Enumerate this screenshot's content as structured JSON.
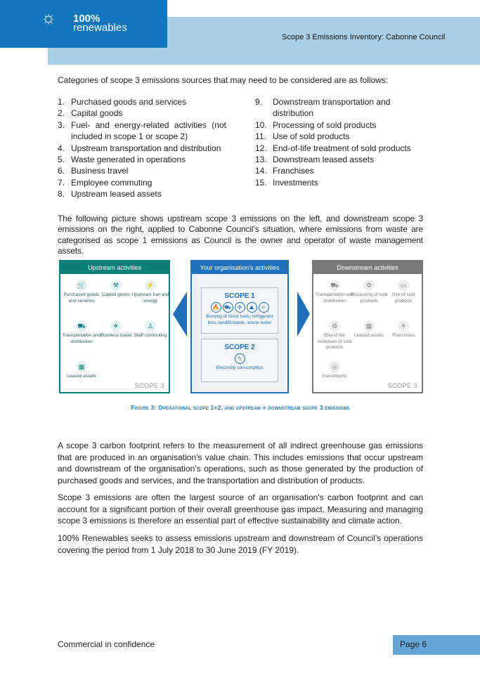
{
  "header": {
    "logo_line1": "100%",
    "logo_line2": "renewables",
    "title": "Scope 3 Emissions Inventory: Cabonne Council"
  },
  "intro": "Categories of scope 3 emissions sources that may need to be considered are as follows:",
  "list_left": [
    {
      "n": "1.",
      "t": "Purchased goods and services"
    },
    {
      "n": "2.",
      "t": "Capital goods"
    },
    {
      "n": "3.",
      "t": "Fuel- and energy-related activities (not included in scope 1 or scope 2)"
    },
    {
      "n": "4.",
      "t": "Upstream transportation and distribution"
    },
    {
      "n": "5.",
      "t": "Waste generated in operations"
    },
    {
      "n": "6.",
      "t": "Business travel"
    },
    {
      "n": "7.",
      "t": "Employee commuting"
    },
    {
      "n": "8.",
      "t": "Upstream leased assets"
    }
  ],
  "list_right": [
    {
      "n": "9.",
      "t": "Downstream transportation and distribution"
    },
    {
      "n": "10.",
      "t": "Processing of sold products"
    },
    {
      "n": "11.",
      "t": "Use of sold products"
    },
    {
      "n": "12.",
      "t": "End-of-life treatment of sold products"
    },
    {
      "n": "13.",
      "t": "Downstream leased assets"
    },
    {
      "n": "14.",
      "t": "Franchises"
    },
    {
      "n": "15.",
      "t": "Investments"
    }
  ],
  "para_picture": "The following picture shows upstream scope 3 emissions on the left, and downstream scope 3 emissions on the right, applied to Cabonne Council’s situation, where emissions from waste are categorised as scope 1 emissions as Council is the owner and operator of waste management assets.",
  "figure": {
    "upstream": {
      "title": "Upstream activities",
      "scope": "SCOPE 3",
      "color": "#0a7f7a",
      "items": [
        "Purchased goods and services",
        "Capital goods",
        "Upstream fuel and energy",
        "Transportation and distribution",
        "Business travel",
        "Staff commuting",
        "Leased assets"
      ]
    },
    "org": {
      "title": "Your organisation’s activities",
      "color": "#1f6fba",
      "scope1": "SCOPE 1",
      "scope1_desc": "Burning of fossil fuels, refrigerant loss, landfill waste, waste water",
      "scope2": "SCOPE 2",
      "scope2_desc": "Electricity consumption"
    },
    "downstream": {
      "title": "Downstream activities",
      "scope": "SCOPE 3",
      "color": "#7a7a7a",
      "items": [
        "Transportation and distribution",
        "Processing of sold products",
        "Use of sold products",
        "End-of-life treatment of sold products",
        "Leased assets",
        "Franchises",
        "Investments"
      ]
    },
    "caption": "Figure 3: Operational scope 1+2, and upstream + downstream scope 3 emissions"
  },
  "para1": "A scope 3 carbon footprint refers to the measurement of all indirect greenhouse gas emissions that are produced in an organisation's value chain. This includes emissions that occur upstream and downstream of the organisation's operations, such as those generated by the production of purchased goods and services, and the transportation and distribution of products.",
  "para2": "Scope 3 emissions are often the largest source of an organisation's carbon footprint and can account for a significant portion of their overall greenhouse gas impact. Measuring and managing scope 3 emissions is therefore an essential part of effective sustainability and climate action.",
  "para3": "100% Renewables seeks to assess emissions upstream and downstream of Council’s operations covering the period from 1 July 2018 to 30 June 2019 (FY 2019).",
  "footer": {
    "left": "Commercial in confidence",
    "page": "Page 6"
  }
}
